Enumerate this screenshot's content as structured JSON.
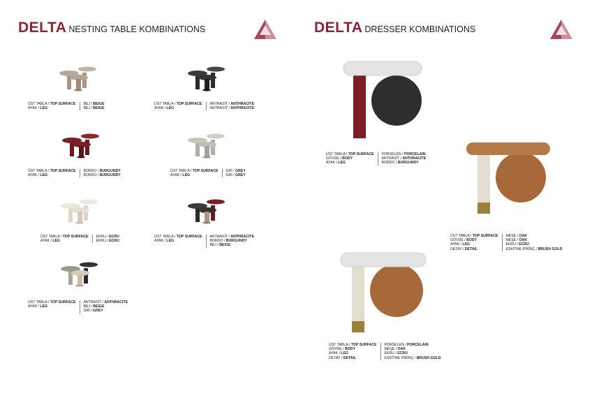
{
  "left_header": {
    "brand": "DELTA",
    "subtitle": "NESTING TABLE KOMBINATIONS"
  },
  "right_header": {
    "brand": "DELTA",
    "subtitle": "DRESSER KOMBINATIONS"
  },
  "colors": {
    "brand": "#8b2433",
    "beige": "#b8a89a",
    "anthracite": "#2e2e2e",
    "burgundy": "#7a1f26",
    "grey": "#c6c6bf",
    "ecru": "#ebe6dc",
    "oak": "#a8693a",
    "porcelain": "#e4e4e4",
    "brush_gold": "#9c7f3c"
  },
  "logo": "triangle-logo",
  "nesting_tables": [
    {
      "rows": [
        {
          "label": "ÜST TABLA",
          "label_en": "TOP SURFACE",
          "values": [
            {
              "tr": "BEJ",
              "en": "BEIGE"
            }
          ]
        },
        {
          "label": "AYAK",
          "label_en": "LEG",
          "values": [
            {
              "tr": "BEJ",
              "en": "BEIGE"
            }
          ]
        }
      ]
    },
    {
      "rows": [
        {
          "label": "ÜST TABLA",
          "label_en": "TOP SURFACE",
          "values": [
            {
              "tr": "ANTRASİT",
              "en": "ANTHRACITE"
            }
          ]
        },
        {
          "label": "AYAK",
          "label_en": "LEG",
          "values": [
            {
              "tr": "ANTRASİT",
              "en": "ANTHRACITE"
            }
          ]
        }
      ]
    },
    {
      "rows": [
        {
          "label": "ÜST TABLA",
          "label_en": "TOP SURFACE",
          "values": [
            {
              "tr": "BORDO",
              "en": "BURGUNDY"
            }
          ]
        },
        {
          "label": "AYAK",
          "label_en": "LEG",
          "values": [
            {
              "tr": "BORDO",
              "en": "BURGUNDY"
            }
          ]
        }
      ]
    },
    {
      "rows": [
        {
          "label": "ÜST TABLA",
          "label_en": "TOP SURFACE",
          "values": [
            {
              "tr": "GRİ",
              "en": "GREY"
            }
          ]
        },
        {
          "label": "AYAK",
          "label_en": "LEG",
          "values": [
            {
              "tr": "GRİ",
              "en": "GREY"
            }
          ]
        }
      ]
    },
    {
      "rows": [
        {
          "label": "ÜST TABLA",
          "label_en": "TOP SURFACE",
          "values": [
            {
              "tr": "EKRU",
              "en": "ECRU"
            }
          ]
        },
        {
          "label": "AYAK",
          "label_en": "LEG",
          "values": [
            {
              "tr": "EKRU",
              "en": "ECRU"
            }
          ]
        }
      ]
    },
    {
      "rows": [
        {
          "label": "ÜST TABLA",
          "label_en": "TOP SURFACE",
          "values": [
            {
              "tr": "ANTRASİT",
              "en": "ANTHRACITE"
            }
          ]
        },
        {
          "label": "AYAK",
          "label_en": "LEG",
          "values": [
            {
              "tr": "BORDO",
              "en": "BURGUNDY"
            },
            {
              "tr": "BEJ",
              "en": "BEIGE"
            }
          ]
        }
      ]
    },
    {
      "rows": [
        {
          "label": "ÜST TABLA",
          "label_en": "TOP SURFACE",
          "values": [
            {
              "tr": "ANTRASİT",
              "en": "ANTHRACITE"
            }
          ]
        },
        {
          "label": "AYAK",
          "label_en": "LEG",
          "values": [
            {
              "tr": "BEJ",
              "en": "BEIGE"
            },
            {
              "tr": "GRİ",
              "en": "GREY"
            }
          ]
        }
      ]
    }
  ],
  "dressers": [
    {
      "rows": [
        {
          "label": "ÜST TABLA",
          "label_en": "TOP SURFACE",
          "values": [
            {
              "tr": "PORSELEN",
              "en": "PORCELAIN"
            }
          ]
        },
        {
          "label": "GÖVDE ",
          "label_en": "BODY",
          "values": [
            {
              "tr": "ANTRASİT",
              "en": "ANTHRACITE"
            }
          ]
        },
        {
          "label": "AYAK",
          "label_en": "LEG",
          "values": [
            {
              "tr": "BORDO",
              "en": "BURGUNDY"
            }
          ]
        }
      ]
    },
    {
      "rows": [
        {
          "label": "ÜST TABLA",
          "label_en": "TOP SURFACE",
          "values": [
            {
              "tr": "MEŞE",
              "en": "OAK"
            }
          ]
        },
        {
          "label": "GÖVDE ",
          "label_en": "BODY",
          "values": [
            {
              "tr": "MEŞE",
              "en": "OAK"
            }
          ]
        },
        {
          "label": "AYAK",
          "label_en": "LEG",
          "values": [
            {
              "tr": "EKRU",
              "en": "ECRU"
            }
          ]
        },
        {
          "label": "DETAY",
          "label_en": "DETAIL",
          "values": [
            {
              "tr": "ESKİTME PİRİNÇ",
              "en": "BRUSH GOLD"
            }
          ]
        }
      ]
    },
    {
      "rows": [
        {
          "label": "ÜST TABLA",
          "label_en": "TOP SURFACE",
          "values": [
            {
              "tr": "PORSELEN",
              "en": "PORCELAIN"
            }
          ]
        },
        {
          "label": "GÖVDE ",
          "label_en": "BODY",
          "values": [
            {
              "tr": "MEŞE",
              "en": "OAK"
            }
          ]
        },
        {
          "label": "AYAK",
          "label_en": "LEG",
          "values": [
            {
              "tr": "EKRU",
              "en": "ECRU"
            }
          ]
        },
        {
          "label": "DETAY",
          "label_en": "DETAIL",
          "values": [
            {
              "tr": "ESKİTME PİRİNÇ",
              "en": "BRUSH GOLD"
            }
          ]
        }
      ]
    }
  ]
}
